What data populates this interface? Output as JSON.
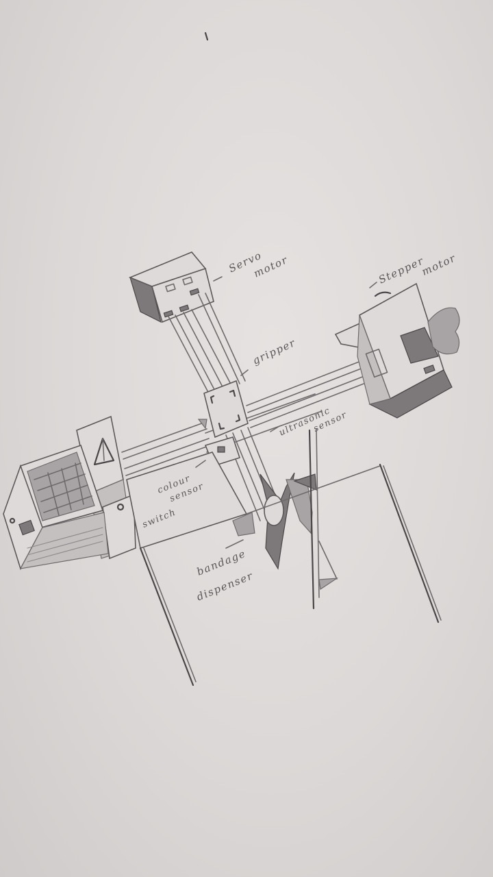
{
  "labels": {
    "servo_motor": [
      "Servo",
      "motor"
    ],
    "stepper_motor": [
      "Stepper",
      "motor"
    ],
    "gripper": "gripper",
    "ultrasonic_sensor": [
      "ultrasonic",
      "sensor"
    ],
    "colour_sensor": [
      "colour",
      "sensor"
    ],
    "switch": "switch",
    "bandage_dispenser": [
      "bandage",
      "dispenser"
    ]
  }
}
